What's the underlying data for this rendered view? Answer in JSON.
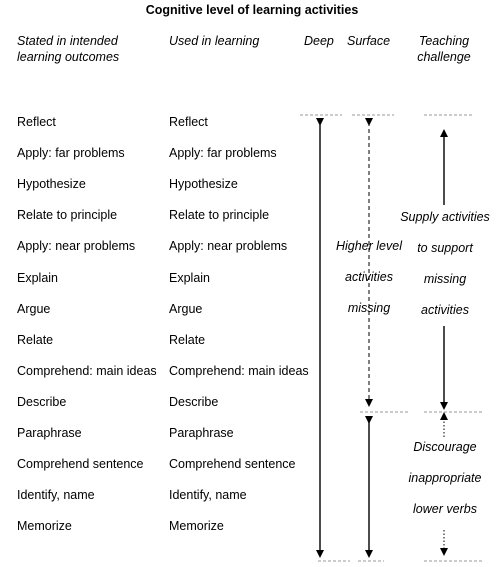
{
  "title": "Cognitive level of learning activities",
  "headers": {
    "stated": [
      "Stated in intended",
      "learning outcomes"
    ],
    "used": "Used  in learning",
    "deep": "Deep",
    "surface": "Surface",
    "teaching": [
      "Teaching",
      "challenge"
    ]
  },
  "verbs_stated": [
    "Reflect",
    "Apply: far problems",
    "Hypothesize",
    "Relate to principle",
    "Apply: near problems",
    "Explain",
    "Argue",
    "Relate",
    "Comprehend: main ideas",
    "Describe",
    "Paraphrase",
    "Comprehend sentence",
    "Identify, name",
    "Memorize"
  ],
  "verbs_used": [
    "Reflect",
    "Apply: far problems",
    "Hypothesize",
    "Relate to principle",
    "Apply: near problems",
    "Explain",
    "Argue",
    "Relate",
    "Comprehend: main ideas",
    "Describe",
    "Paraphrase",
    "Comprehend sentence",
    "Identify, name",
    "Memorize"
  ],
  "annotations": {
    "higher_level": [
      "Higher level",
      "activities",
      "missing"
    ],
    "supply": [
      "Supply activities",
      "to support",
      "missing",
      "activities"
    ],
    "discourage": [
      "Discourage",
      "inappropriate",
      "lower verbs"
    ]
  }
}
